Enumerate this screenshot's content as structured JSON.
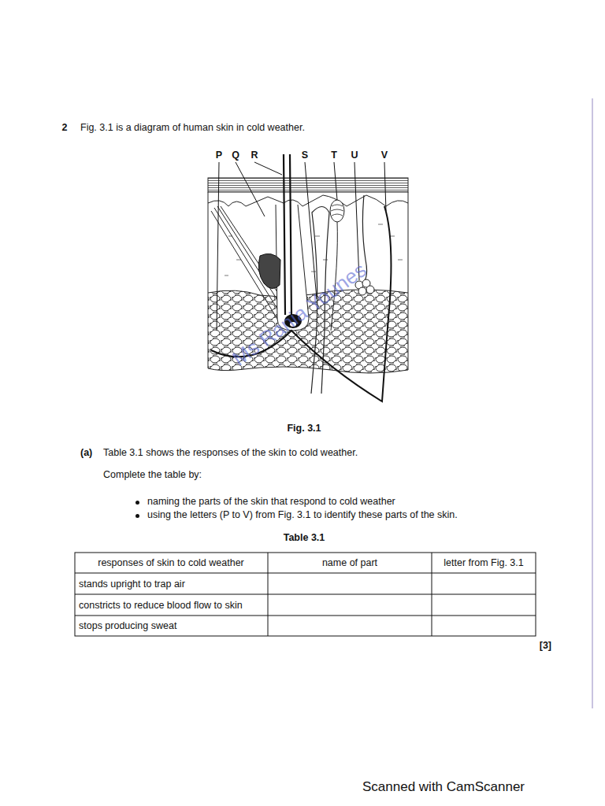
{
  "diagram": {
    "title": "Fig. 3.1 is a diagram of human skin in cold weather.",
    "caption": "Fig. 3.1",
    "labels": [
      "2",
      "P",
      "Q",
      "R",
      "S",
      "T",
      "U",
      "V",
      "(a)",
      "Table 3.1 shows the responses of the skin to cold weather.",
      "Complete the table by:",
      "naming the parts of the skin that respond to cold weather",
      "using the letters (P to V) from Fig. 3.1 to identify these parts of the skin.",
      "Table 3.1",
      "responses of skin to cold weather",
      "name of part",
      "letter from Fig. 3.1",
      "stands upright to trap air",
      "constricts to reduce blood flow to skin",
      "stops producing sweat",
      "[3]",
      "Ms Rania Younes",
      "Scanned with CamScanner"
    ]
  }
}
